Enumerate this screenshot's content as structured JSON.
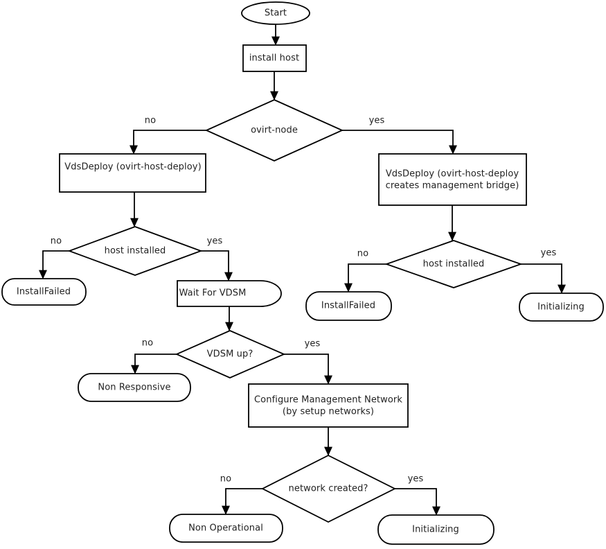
{
  "diagram": {
    "type": "flowchart",
    "colors": {
      "background": "#ffffff",
      "stroke": "#000000",
      "text": "#1f1f1f"
    },
    "nodes": {
      "start": {
        "label": "Start",
        "shape": "ellipse"
      },
      "install_host": {
        "label": "install host",
        "shape": "rectangle"
      },
      "ovirt_node": {
        "label": "ovirt-node",
        "shape": "diamond"
      },
      "vdsdeploy_left": {
        "label": "VdsDeploy (ovirt-host-deploy)",
        "shape": "rectangle"
      },
      "vdsdeploy_right": {
        "line1": "VdsDeploy (ovirt-host-deploy",
        "line2": "creates management bridge)",
        "shape": "rectangle"
      },
      "host_installed_left": {
        "label": "host installed",
        "shape": "diamond"
      },
      "install_failed_left": {
        "label": "InstallFailed",
        "shape": "rounded"
      },
      "wait_for_vdsm": {
        "label": "Wait For VDSM",
        "shape": "delay"
      },
      "vdsm_up": {
        "label": "VDSM up?",
        "shape": "diamond"
      },
      "non_responsive": {
        "label": "Non Responsive",
        "shape": "rounded"
      },
      "configure_network": {
        "line1": "Configure Management Network",
        "line2": "(by setup networks)",
        "shape": "rectangle"
      },
      "network_created": {
        "label": "network created?",
        "shape": "diamond"
      },
      "non_operational": {
        "label": "Non Operational",
        "shape": "rounded"
      },
      "initializing_bottom": {
        "label": "Initializing",
        "shape": "rounded"
      },
      "host_installed_right": {
        "label": "host installed",
        "shape": "diamond"
      },
      "install_failed_right": {
        "label": "InstallFailed",
        "shape": "rounded"
      },
      "initializing_right": {
        "label": "Initializing",
        "shape": "rounded"
      }
    },
    "edge_labels": {
      "yes": "yes",
      "no": "no"
    }
  }
}
